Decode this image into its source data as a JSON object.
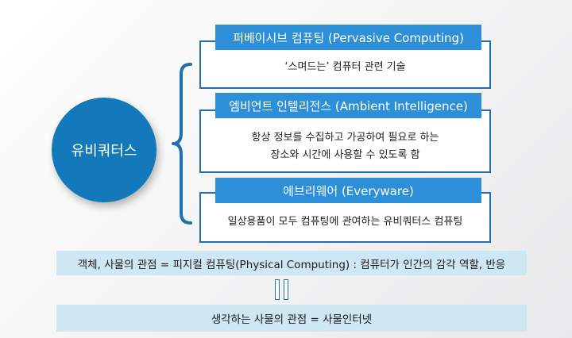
{
  "center": {
    "label": "유비쿼터스"
  },
  "concepts": [
    {
      "title": "퍼베이시브 컴퓨팅 (Pervasive Computing)",
      "desc": [
        "‘스며드는’ 컴퓨터 관련 기술"
      ]
    },
    {
      "title": "엠비언트 인텔리전스 (Ambient Intelligence)",
      "desc": [
        "항상 정보를 수집하고 가공하여 필요로 하는",
        "장소와 시간에 사용할 수 있도록 함"
      ]
    },
    {
      "title": "에브리웨어 (Everyware)",
      "desc": [
        "일상용품이 모두 컴퓨팅에 관여하는 유비쿼터스 컴퓨팅"
      ]
    }
  ],
  "bottom": {
    "line1": "객체, 사물의 관점 = 피지컬 컴퓨팅(Physical Computing) : 컴퓨터가 인간의 감각 역할, 반응",
    "line2": "생각하는 사물의 관점 = 사물인터넷"
  },
  "colors": {
    "circle": "#1479ba",
    "label": "#2e8fd9",
    "border": "#1f6fb1",
    "band": "#cfe7f3"
  }
}
